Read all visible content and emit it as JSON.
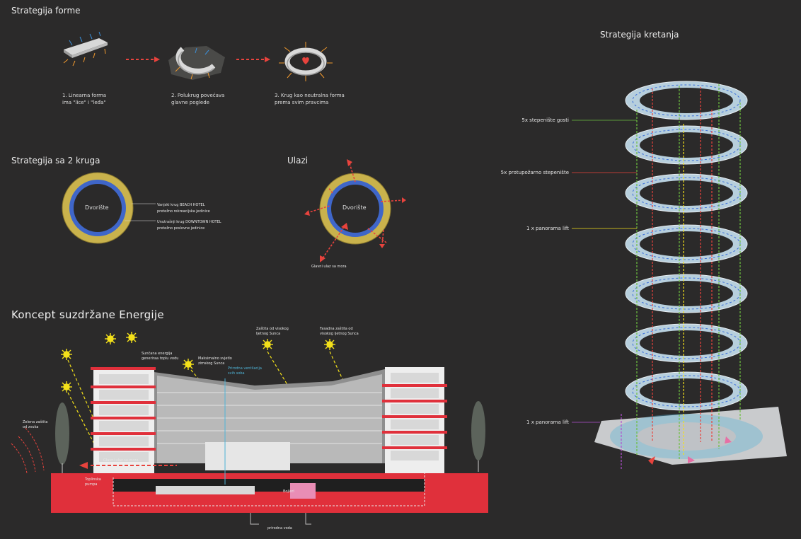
{
  "strategy_form": {
    "title": "Strategija forme",
    "steps": [
      {
        "caption": "1. Linearna forma\nima \"lice\" i \"leđa\""
      },
      {
        "caption": "2. Polukrug povećava\nglavne poglede"
      },
      {
        "caption": "3. Krug kao neutralna forma\nprema svim pravcima"
      }
    ]
  },
  "two_circles": {
    "title": "Strategija sa 2 kruga",
    "center_label": "Dvorište",
    "outer_label_1": "Vanjski krug BEACH HOTEL",
    "outer_label_2": "pretežno rekreacijska jedinice",
    "inner_label_1": "Unutrašnji krug DOWNTOWN HOTEL",
    "inner_label_2": "pretežno poslovne jedinice"
  },
  "entrances": {
    "title": "Ulazi",
    "center_label": "Dvorište",
    "main_entrance": "Glavni ulaz sa mora"
  },
  "energy": {
    "title": "Koncept suzdržane Energije",
    "labels": {
      "solar": "Sunčana energija\ngeneriraa toplu vodu",
      "winter_sun": "Maksimalno svjetlo\nzimskog Sunca",
      "ventilation": "Prirodna ventilacija\nsvih soba",
      "summer_sun_1": "Zaštita od visokog\nljetnog Sunca",
      "summer_sun_2": "Fasadna zaštita od\nvisokog ljetnog Sunca",
      "green": "Zelena zaštita\nod zvuka",
      "main_entrance": "Glavni ulaz sa mora",
      "heat_pump": "Toplinska\npumpa",
      "boilers": "Bojleri",
      "water": "prirodna voda"
    },
    "colors": {
      "base": "#e0303b",
      "sun": "#f3e01a",
      "vent": "#4fb3d6",
      "arrow": "#e8433d"
    }
  },
  "movement": {
    "title": "Strategija kretanja",
    "legend": [
      {
        "label": "5x stepenište gosti",
        "color": "#6dbf3f"
      },
      {
        "label": "5x protupožarno stepenište",
        "color": "#e8433d"
      },
      {
        "label": "1 x panorama lift",
        "color": "#f3e01a"
      },
      {
        "label": "1 x panorama lift",
        "color": "#b24fd1"
      }
    ]
  }
}
